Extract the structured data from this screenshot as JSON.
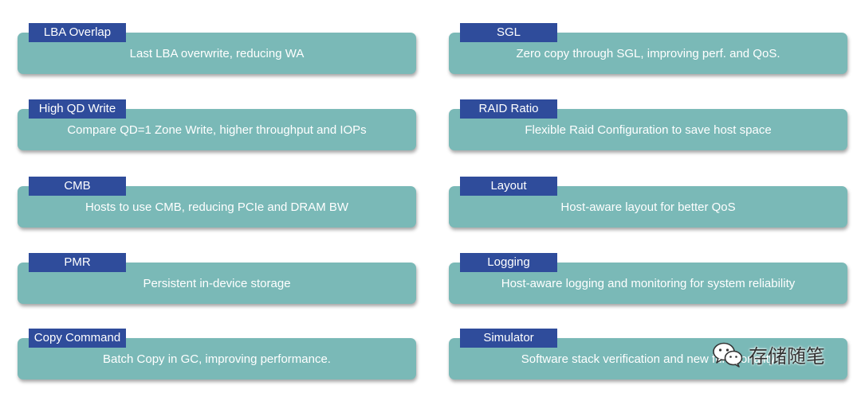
{
  "cards": [
    {
      "tag": "LBA Overlap",
      "desc": "Last LBA overwrite, reducing WA"
    },
    {
      "tag": "High QD Write",
      "desc": "Compare QD=1 Zone Write, higher throughput and IOPs"
    },
    {
      "tag": "CMB",
      "desc": "Hosts to use CMB, reducing PCIe and DRAM BW"
    },
    {
      "tag": "PMR",
      "desc": "Persistent in-device storage"
    },
    {
      "tag": "Copy Command",
      "desc": "Batch Copy in GC, improving performance."
    },
    {
      "tag": "SGL",
      "desc": "Zero copy through SGL, improving perf. and QoS."
    },
    {
      "tag": "RAID Ratio",
      "desc": "Flexible Raid Configuration to save host space"
    },
    {
      "tag": "Layout",
      "desc": "Host-aware layout for better QoS"
    },
    {
      "tag": "Logging",
      "desc": "Host-aware logging and monitoring for system reliability"
    },
    {
      "tag": "Simulator",
      "desc": "Software stack verification and new functionality"
    }
  ],
  "watermark": {
    "text": "存储随笔",
    "icon": "wechat-icon"
  },
  "colors": {
    "panel": "#7ab9b7",
    "tag": "#2f4c9b"
  }
}
